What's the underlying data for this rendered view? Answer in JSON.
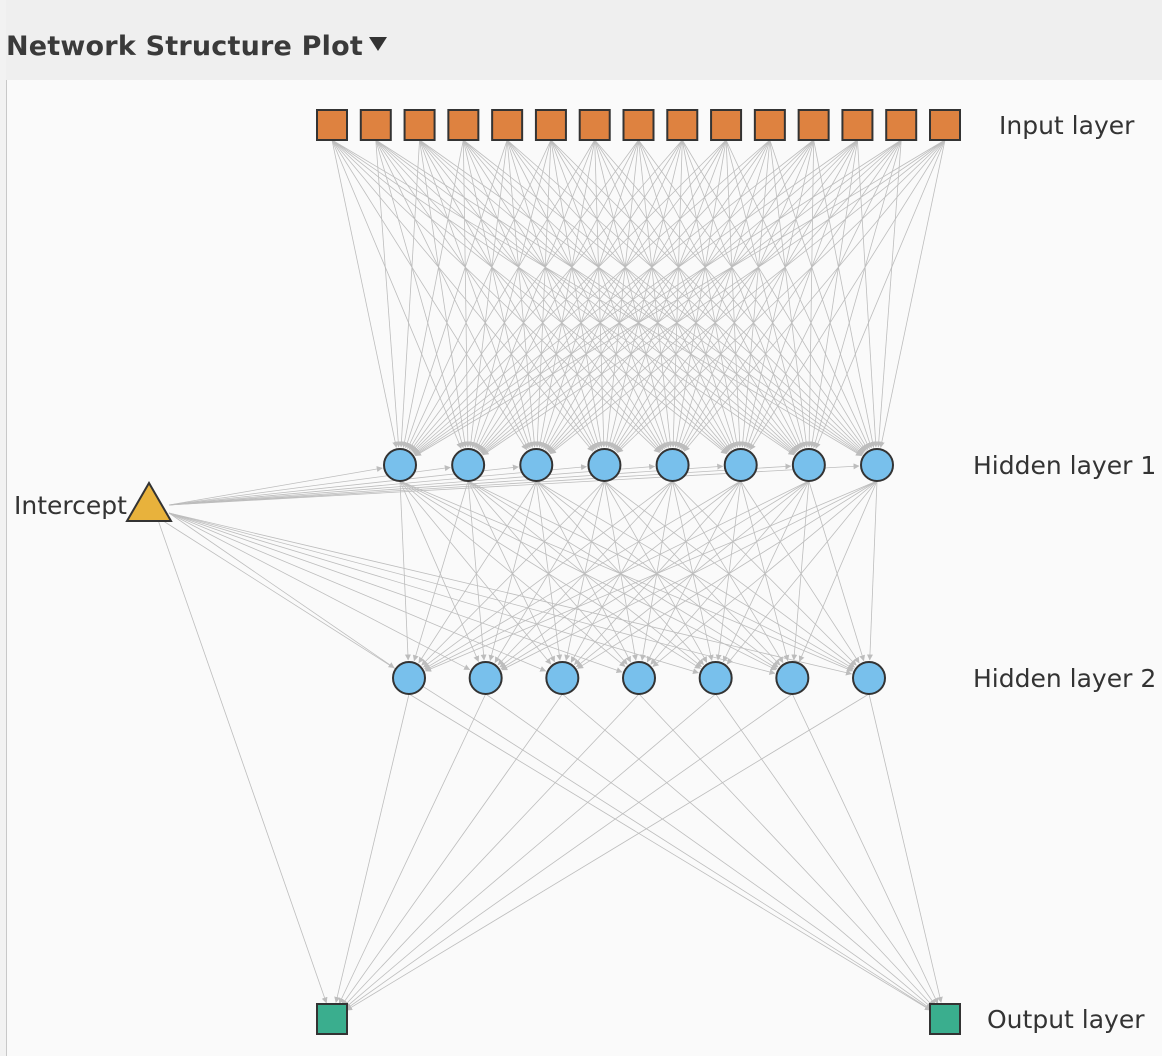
{
  "header": {
    "title": "Network Structure Plot"
  },
  "labels": {
    "input": "Input layer",
    "hidden1": "Hidden layer 1",
    "hidden2": "Hidden layer 2",
    "output": "Output layer",
    "intercept": "Intercept"
  },
  "network": {
    "input_nodes": 15,
    "hidden1_nodes": 8,
    "hidden2_nodes": 7,
    "output_nodes": 2
  },
  "colors": {
    "input_node": "#de8240",
    "hidden_node": "#78c0ec",
    "output_node": "#3aae8e",
    "intercept_node": "#e8b23c",
    "node_stroke": "#333333",
    "edge": "#bdbdbd"
  }
}
